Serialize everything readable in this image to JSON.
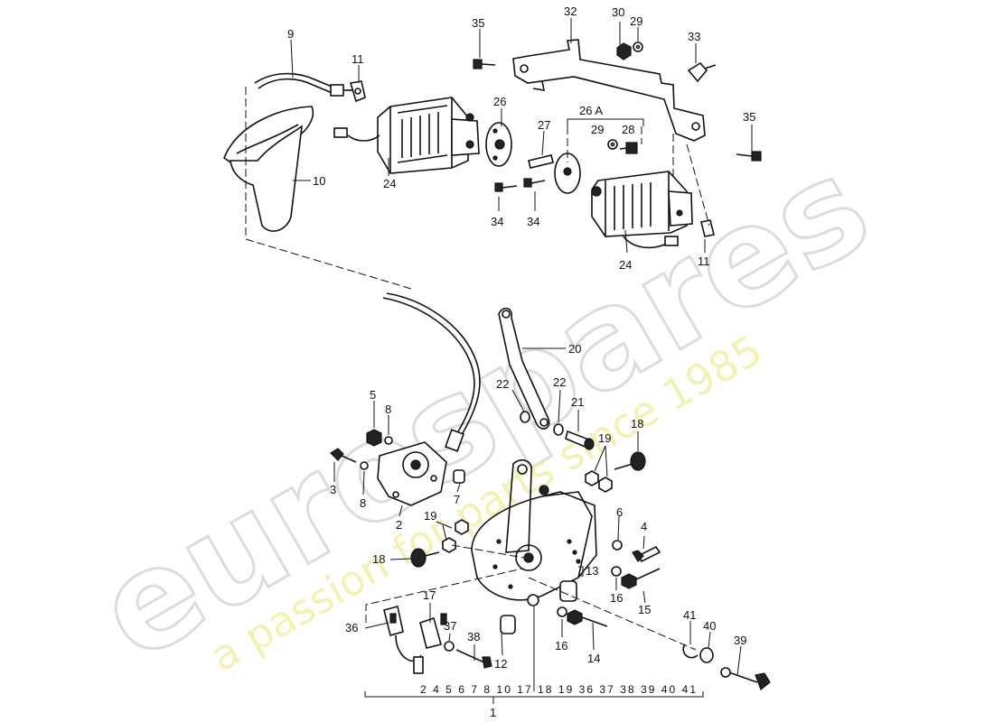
{
  "watermark": {
    "brand": "eurospares",
    "tagline": "a passion for parts since 1985"
  },
  "callouts": {
    "c1": "1",
    "c2": "2",
    "c3": "3",
    "c4": "4",
    "c5": "5",
    "c6": "6",
    "c7": "7",
    "c8a": "8",
    "c8b": "8",
    "c9": "9",
    "c10": "10",
    "c11a": "11",
    "c11b": "11",
    "c12": "12",
    "c13": "13",
    "c14": "14",
    "c15": "15",
    "c16a": "16",
    "c16b": "16",
    "c17a": "17",
    "c18a": "18",
    "c18b": "18",
    "c19a": "19",
    "c19b": "19",
    "c20": "20",
    "c21": "21",
    "c22a": "22",
    "c22b": "22",
    "c24a": "24",
    "c24b": "24",
    "c26": "26",
    "c26A": "26 A",
    "c27": "27",
    "c28": "28",
    "c29a": "29",
    "c29b": "29",
    "c30": "30",
    "c32": "32",
    "c33": "33",
    "c34a": "34",
    "c34b": "34",
    "c35a": "35",
    "c35b": "35",
    "c36": "36",
    "c37": "37",
    "c38": "38",
    "c39": "39",
    "c40": "40",
    "c41": "41"
  },
  "assembly_list": "2 4 5 6 7 8 10 17 18 19 36 37 38 39 40 41"
}
